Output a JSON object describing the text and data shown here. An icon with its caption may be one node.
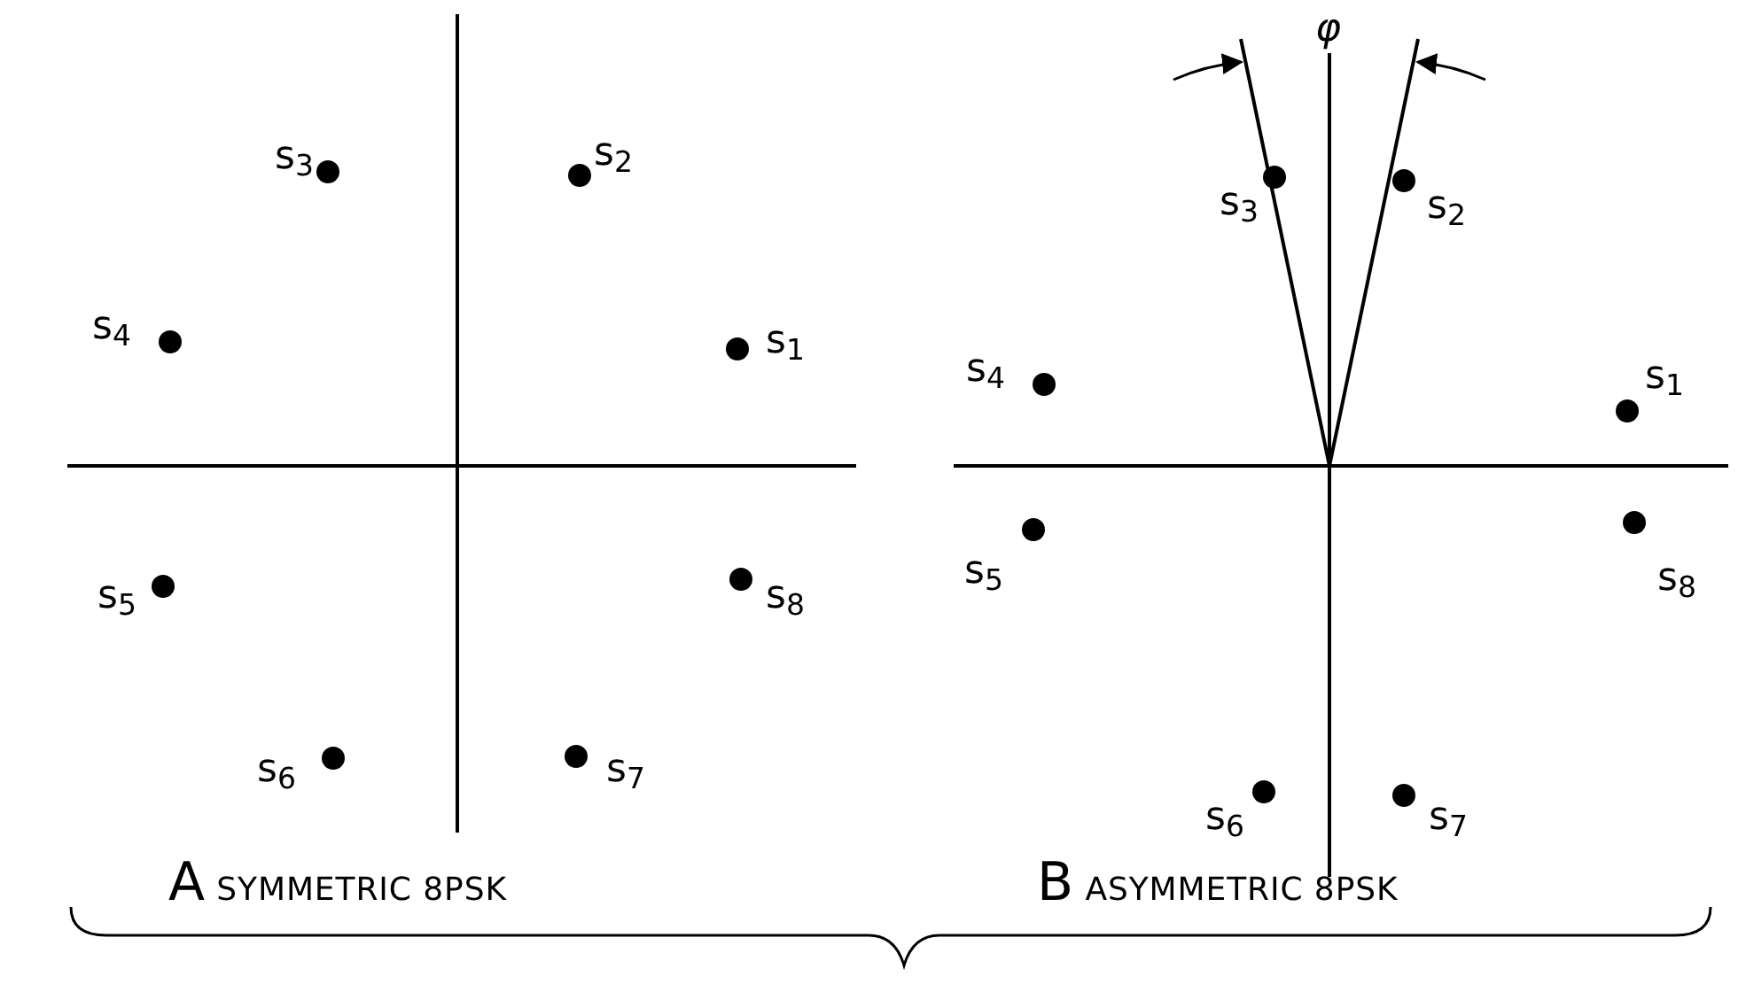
{
  "diagram": {
    "labels": [
      "s$_{3}$",
      "s$_{2}$",
      "s$_{4}$",
      "s$_{1}$",
      "s$_{5}$",
      "s$_{8}$",
      "s$_{6}$",
      "s$_{7}$",
      "φ",
      "s$_{3}$",
      "s$_{2}$",
      "s$_{4}$",
      "s$_{1}$",
      "s$_{5}$",
      "s$_{8}$",
      "s$_{6}$",
      "s$_{7}$",
      "A SYMMETRIC 8PSK",
      "B ASYMMETRIC 8PSK"
    ]
  }
}
